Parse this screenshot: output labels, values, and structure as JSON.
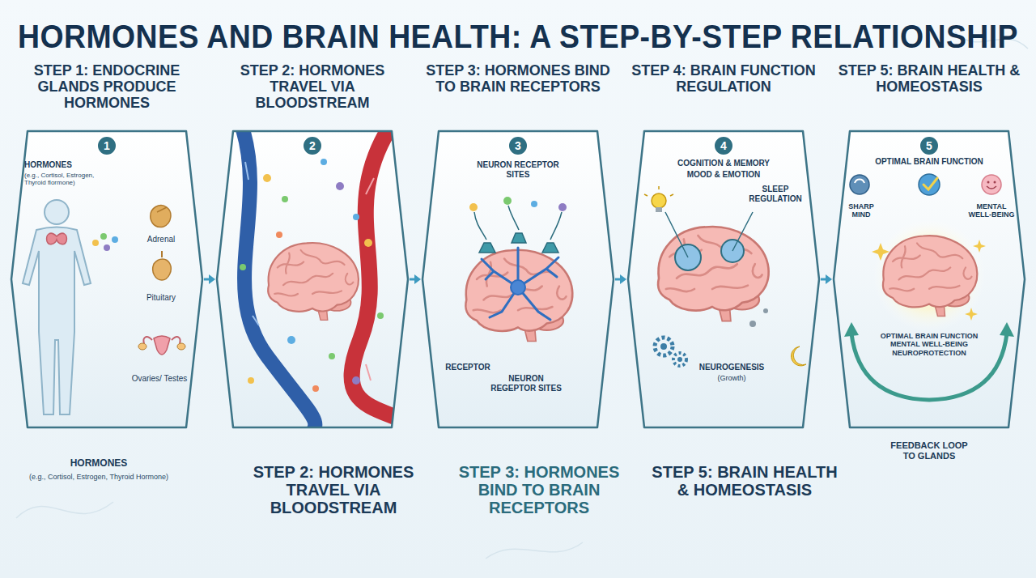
{
  "diagram": {
    "title": "HORMONES AND BRAIN HEALTH: A STEP-BY-STEP RELATIONSHIP",
    "nodes": [
      {
        "text": [
          "STEP 1: ENDOCRINE GLANDS PRODUCE HORMONES",
          "HORMONES",
          "(e.g., Cortisol, Estrogen, Thyroid flormone)",
          "Adrenal",
          "Pituitary",
          "Ovaries/ Testes"
        ]
      },
      {
        "text": [
          "1"
        ],
        "in": 0
      },
      {
        "text": [
          "STEP 2: HORMONES TRAVEL VIA BLOODSTREAM"
        ]
      },
      {
        "text": [
          "2"
        ],
        "in": 2
      },
      {
        "text": [
          "STEP 3: HORMONES BIND TO BRAIN RECEPTORS",
          "NEURON RECEPTOR SITES",
          "RECEPTOR",
          "NEURON REGEPTOR SITES"
        ]
      },
      {
        "text": [
          "3"
        ],
        "in": 4
      },
      {
        "text": [
          "STEP 4: BRAIN FUNCTION REGULATION",
          "COGNITION & MEMORY",
          "MOOD & EMOTION",
          "SLEEP REGULATION",
          "NEUROGENESIS",
          "(Growth)"
        ]
      },
      {
        "text": [
          "4"
        ],
        "in": 6
      },
      {
        "text": [
          "STEP 5: BRAIN HEALTH & HOMEOSTASIS",
          "OPTIMAL BRAIN FUNCTION",
          "SHARP MIND",
          "MENTAL WELL-BEING",
          "OPTIMAL BRAIN FUNCTION MENTAL WELL-BEING NEUROPROTECTION"
        ]
      },
      {
        "text": [
          "5"
        ],
        "in": 8
      }
    ],
    "edges": [
      {
        "from": 0,
        "to": 2,
        "arrow": "to"
      },
      {
        "from": 2,
        "to": 4,
        "arrow": "to"
      },
      {
        "from": 4,
        "to": 6,
        "arrow": "to"
      },
      {
        "from": 6,
        "to": 8,
        "arrow": "to"
      }
    ],
    "labels": [
      "FEEDBACK LOOP TO GLANDS",
      "HORMONES",
      "(e.g., Cortisol, Estrogen, Thyroid Hormone)",
      "STEP 2: HORMONES TRAVEL VIA BLOODSTREAM",
      "STEP 3: HORMONES BIND TO BRAIN RECEPTORS",
      "STEP 5: BRAIN HEALTH & HOMEOSTASIS"
    ]
  }
}
